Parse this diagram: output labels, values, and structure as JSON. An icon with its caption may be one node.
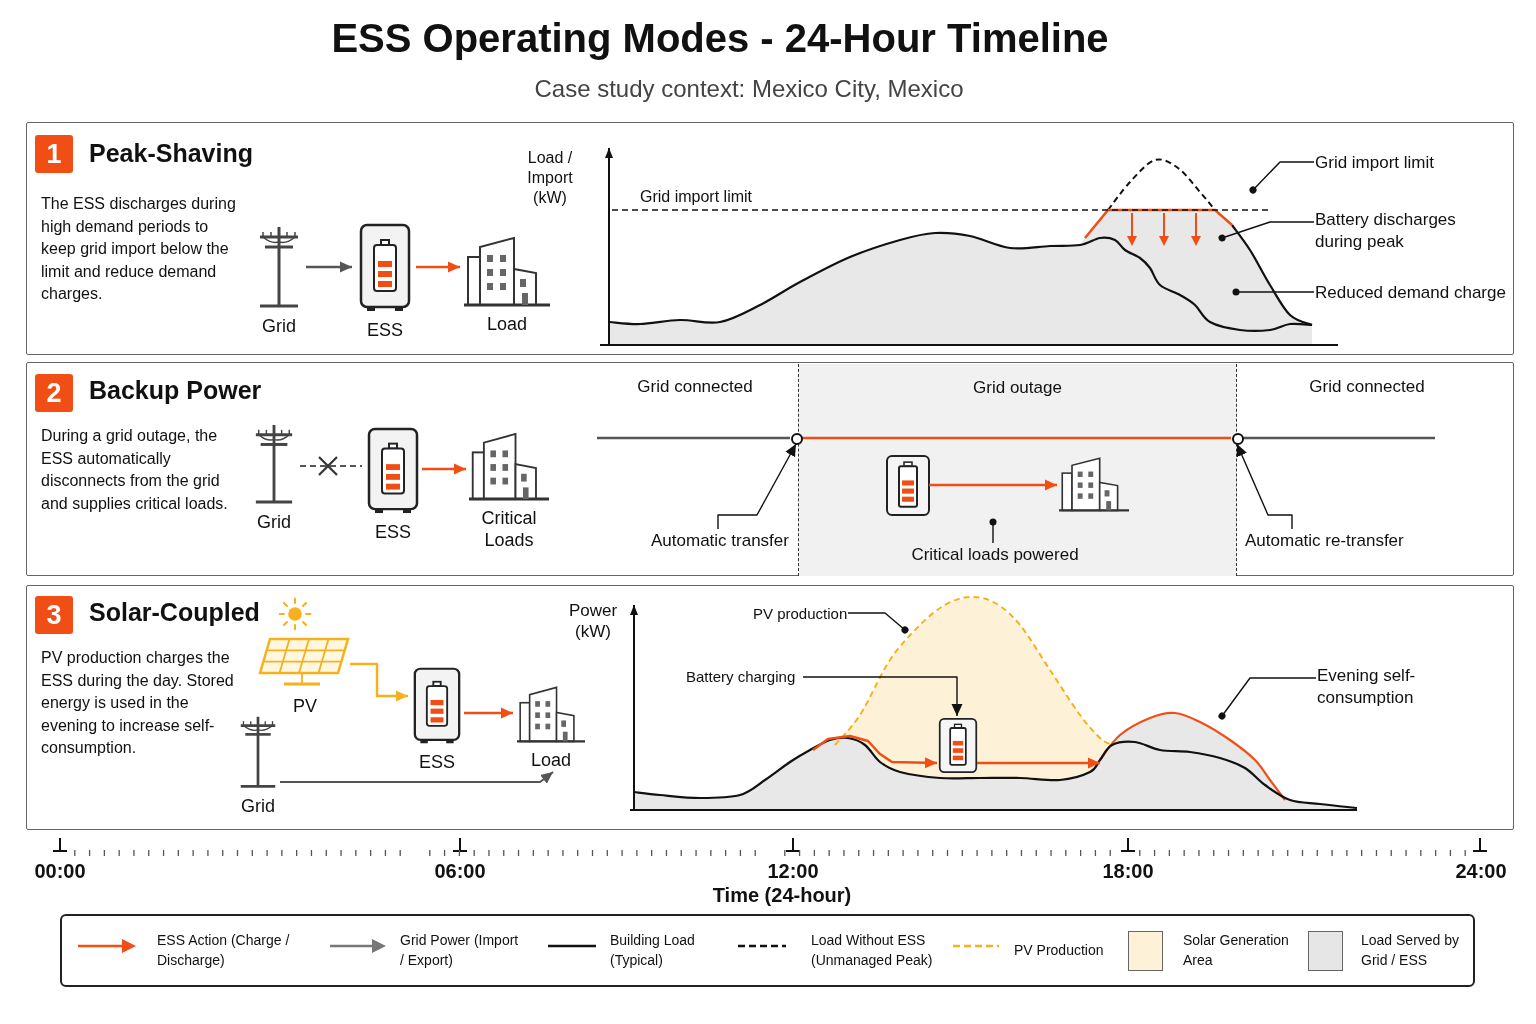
{
  "diagram": {
    "title": "ESS Operating Modes - 24-Hour Timeline",
    "nodes": [
      {
        "text": [
          "Peak-Shaving",
          "The ESS discharges during high demand periods to keep grid import below the limit and reduce demand charges."
        ]
      },
      {
        "text": [
          "1"
        ],
        "in": 0
      },
      {
        "text": [
          "Grid"
        ],
        "in": 0
      },
      {
        "text": [
          "ESS"
        ],
        "in": 0
      },
      {
        "text": [
          "Load"
        ],
        "in": 0
      },
      {
        "text": [
          "Grid import limit"
        ],
        "in": 0
      },
      {
        "text": [
          "Battery discharges during peak"
        ],
        "in": 0
      },
      {
        "text": [
          "Reduced demand charge"
        ],
        "in": 0
      },
      {
        "text": [
          "Backup Power",
          "During a grid outage, the ESS automatically disconnects from the grid and supplies critical loads."
        ]
      },
      {
        "text": [
          "2"
        ],
        "in": 8
      },
      {
        "text": [
          "Grid"
        ],
        "in": 8
      },
      {
        "text": [
          "ESS"
        ],
        "in": 8
      },
      {
        "text": [
          "Critical Loads"
        ],
        "in": 8
      },
      {
        "text": [
          "Grid outage"
        ],
        "in": 8
      },
      {
        "text": [],
        "shape": "circle",
        "in": 8
      },
      {
        "text": [],
        "shape": "circle",
        "in": 8
      },
      {
        "text": [],
        "shape": "battery",
        "in": 13
      },
      {
        "text": [],
        "shape": "building",
        "in": 13
      },
      {
        "text": [
          "Critical loads powered"
        ],
        "in": 13
      },
      {
        "text": [
          "Automatic transfer"
        ],
        "in": 8
      },
      {
        "text": [
          "Automatic re-transfer"
        ],
        "in": 8
      },
      {
        "text": [
          "Solar-Coupled",
          "PV production charges the ESS during the day. Stored energy is used in the evening to increase self-consumption."
        ]
      },
      {
        "text": [
          "3"
        ],
        "in": 21
      },
      {
        "text": [
          "PV"
        ],
        "in": 21
      },
      {
        "text": [
          "Grid"
        ],
        "in": 21
      },
      {
        "text": [
          "ESS"
        ],
        "in": 21
      },
      {
        "text": [
          "Load"
        ],
        "in": 21
      },
      {
        "text": [
          "PV production"
        ],
        "in": 21
      },
      {
        "text": [
          "Battery charging"
        ],
        "in": 21
      },
      {
        "text": [],
        "shape": "battery",
        "in": 21
      },
      {
        "text": [
          "Evening self-consumption"
        ],
        "in": 21
      }
    ],
    "edges": [
      {
        "from": 2,
        "to": 3,
        "arrow": "to",
        "color": "#555555"
      },
      {
        "from": 3,
        "to": 4,
        "arrow": "to",
        "color": "#f04e14"
      },
      {
        "from": 10,
        "to": 11,
        "arrow": "none",
        "style": "dashed",
        "color": "#555555"
      },
      {
        "from": 11,
        "to": 12,
        "arrow": "to",
        "color": "#f04e14"
      },
      {
        "from": 14,
        "to": 15,
        "arrow": "none",
        "color": "#f04e14"
      },
      {
        "from": 16,
        "to": 17,
        "arrow": "to",
        "color": "#f04e14"
      },
      {
        "from": 19,
        "to": 14,
        "arrow": "to"
      },
      {
        "from": 20,
        "to": 15,
        "arrow": "to"
      },
      {
        "from": 18,
        "to": null,
        "arrow": "other"
      },
      {
        "from": 23,
        "to": 25,
        "arrow": "to",
        "color": "#f5b21e"
      },
      {
        "from": 25,
        "to": 26,
        "arrow": "to",
        "color": "#f04e14"
      },
      {
        "from": 24,
        "to": 26,
        "arrow": "to",
        "color": "#555555"
      },
      {
        "from": 27,
        "to": null,
        "arrow": "other"
      },
      {
        "from": 28,
        "to": 29,
        "arrow": "to"
      },
      {
        "from": null,
        "to": 29,
        "arrow": "to",
        "color": "#f04e14"
      },
      {
        "from": 29,
        "to": null,
        "arrow": "to",
        "color": "#f04e14"
      },
      {
        "from": 30,
        "to": null,
        "arrow": "other"
      },
      {
        "from": 5,
        "to": null,
        "arrow": "other"
      },
      {
        "from": 6,
        "to": null,
        "arrow": "other"
      },
      {
        "from": 7,
        "to": null,
        "arrow": "other"
      },
      {
        "from": null,
        "to": 14,
        "arrow": "none",
        "color": "#555555"
      },
      {
        "from": 15,
        "to": null,
        "arrow": "none",
        "color": "#555555"
      }
    ],
    "labels": [
      "Case study context: Mexico City, Mexico",
      "Load / Import (kW)",
      "Grid import limit",
      "Grid connected",
      "Grid connected",
      "Power (kW)",
      "00:00",
      "06:00",
      "12:00",
      "18:00",
      "24:00",
      "Time (24-hour)"
    ],
    "legend": [
      {
        "text": "ESS Action (Charge / Discharge)"
      },
      {
        "text": "Grid Power (Import / Export)"
      },
      {
        "text": "Building Load (Typical)"
      },
      {
        "text": "Load Without ESS (Unmanaged Peak)"
      },
      {
        "text": "PV Production"
      },
      {
        "text": "Solar Generation Area",
        "color": "#fdf1d8"
      },
      {
        "text": "Load Served by Grid / ESS",
        "color": "#e6e6e6"
      }
    ]
  }
}
